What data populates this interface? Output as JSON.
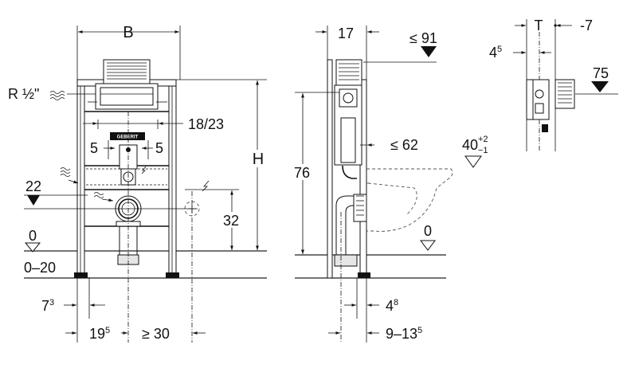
{
  "front_view": {
    "width_label": "B",
    "pipe_label": "R ½\"",
    "inlet_spacing_label": "18/23",
    "offset_left_label": "5",
    "offset_right_label": "5",
    "height_label": "H",
    "inlet_height_label": "22",
    "socket_height_label": "32",
    "floor_label": "0",
    "foot_range_label": "0–20",
    "foot_offset_main": "7",
    "foot_offset_sup": "3",
    "center_offset_main": "19",
    "center_offset_sup": "5",
    "socket_distance_label": "≥ 30",
    "brand_label": "GEBERIT"
  },
  "side_view": {
    "depth_label": "17",
    "top_label": "≤ 91",
    "axle_label": "≤ 62",
    "height_label": "76",
    "bowl_height_main": "40",
    "bowl_height_sup": "+2",
    "bowl_height_sub": "−1",
    "floor_label": "0",
    "foot_depth_main": "4",
    "foot_depth_sup": "8",
    "wall_range_main": "9–13",
    "wall_range_sup": "5"
  },
  "detail_view": {
    "thickness_label": "T",
    "right_offset_label": "7",
    "left_offset_main": "4",
    "left_offset_sup": "5",
    "level_label": "75"
  }
}
